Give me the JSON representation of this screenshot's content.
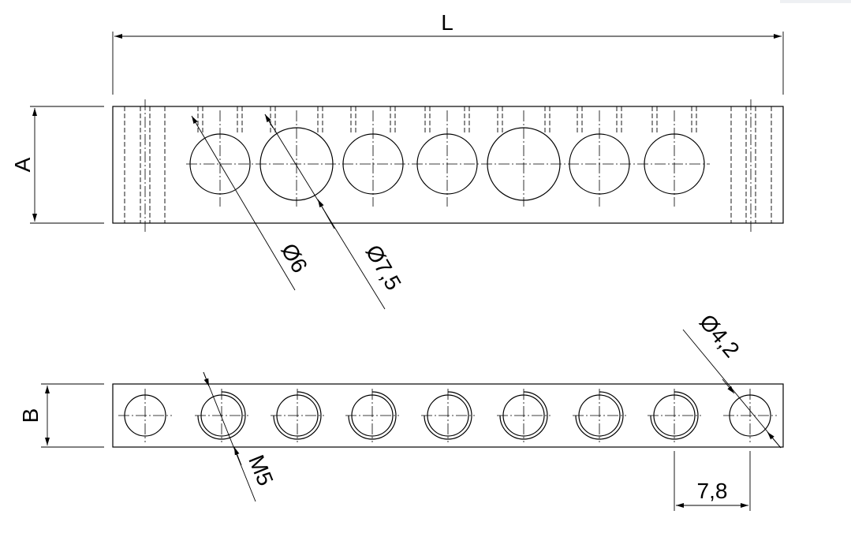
{
  "dimensions": {
    "length": "L",
    "height_top": "A",
    "height_bottom": "B",
    "pitch": "7,8"
  },
  "callouts": {
    "hole_small": "Ø6",
    "hole_large": "Ø7,5",
    "through_hole": "Ø4,2",
    "thread": "M5"
  },
  "top_view": {
    "hole_sizes": [
      "small",
      "large",
      "small",
      "small",
      "large",
      "small",
      "small"
    ]
  },
  "bottom_view": {
    "hole_types": [
      "plain",
      "thread",
      "thread",
      "thread",
      "thread",
      "thread",
      "thread",
      "thread",
      "plain"
    ]
  }
}
